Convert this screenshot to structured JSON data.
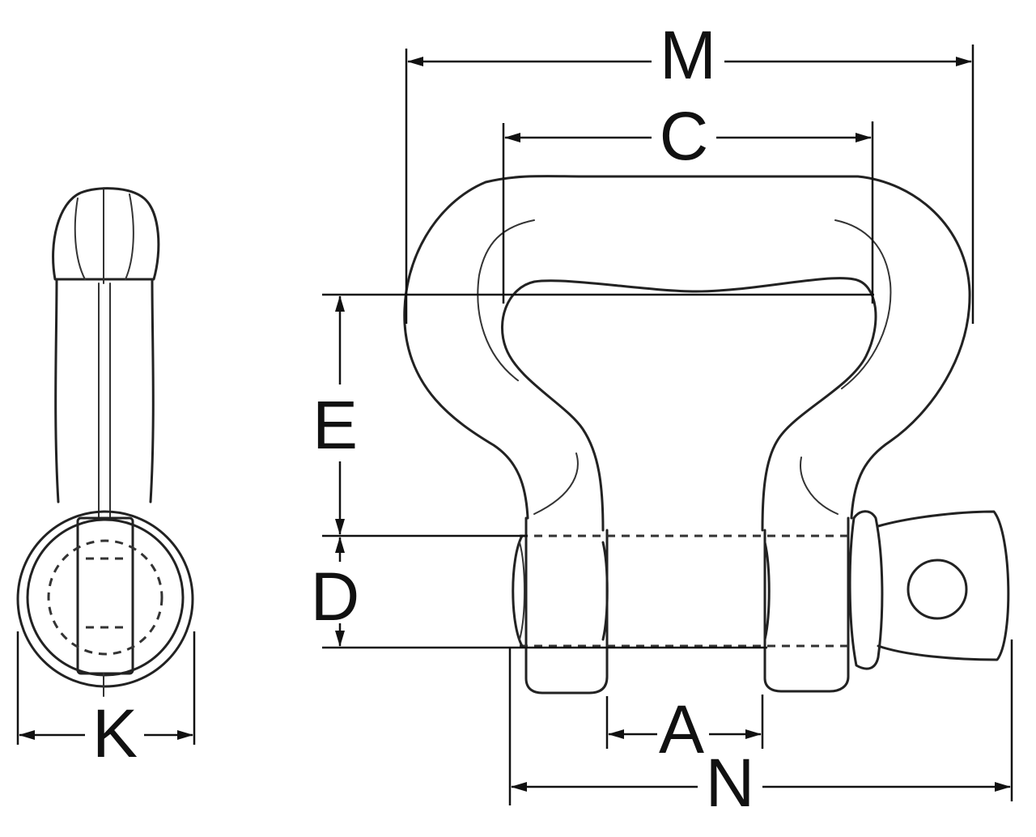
{
  "labels": {
    "m": "M",
    "c": "C",
    "e": "E",
    "d": "D",
    "k": "K",
    "a": "A",
    "n": "N"
  },
  "colors": {
    "ink": "#222222",
    "background": "#ffffff"
  }
}
